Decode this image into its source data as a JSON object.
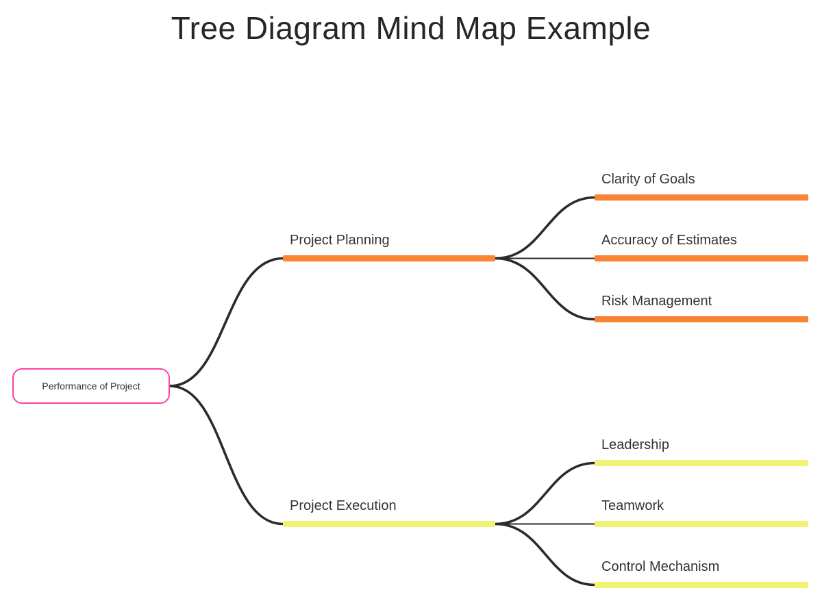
{
  "title": "Tree Diagram Mind Map Example",
  "root": {
    "label": "Performance of Project"
  },
  "branches": [
    {
      "label": "Project Planning",
      "bar_color": "#fb8336",
      "children": [
        {
          "label": "Clarity of Goals"
        },
        {
          "label": "Accuracy of Estimates"
        },
        {
          "label": "Risk Management"
        }
      ]
    },
    {
      "label": "Project Execution",
      "bar_color": "#f0f273",
      "children": [
        {
          "label": "Leadership"
        },
        {
          "label": "Teamwork"
        },
        {
          "label": "Control Mechanism"
        }
      ]
    }
  ],
  "colors": {
    "planning_bar": "#fb8336",
    "execution_bar": "#f0f273",
    "root_border": "#ff40a8",
    "root_fill": "#ffffff",
    "connector": "#2b2b2b",
    "title_text": "#262626",
    "label_text": "#333333",
    "background": "#ffffff"
  }
}
